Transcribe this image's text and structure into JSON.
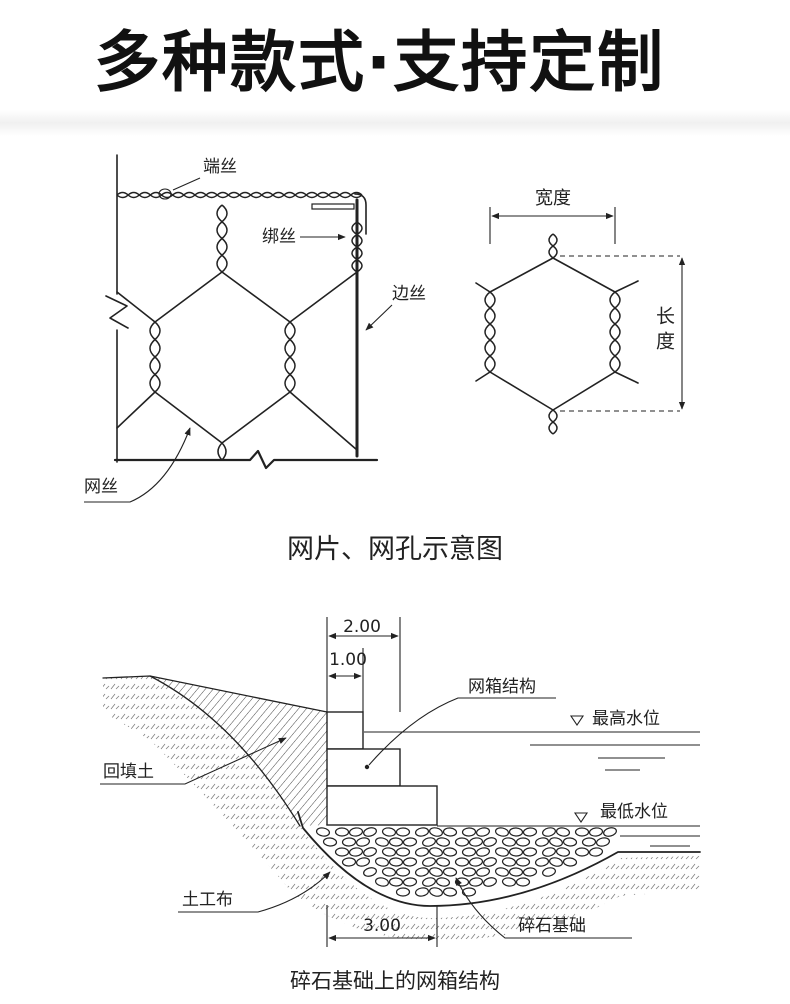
{
  "title": "多种款式·支持定制",
  "mesh_diagram": {
    "labels": {
      "end_wire": "端丝",
      "binding_wire": "绑丝",
      "edge_wire": "边丝",
      "mesh_wire": "网丝"
    },
    "opening": {
      "width": "宽度",
      "length": "长度"
    },
    "caption": "网片、网孔示意图"
  },
  "gabion_section": {
    "dimensions": {
      "top_width": "2.00",
      "step_width": "1.00",
      "base_width": "3.00"
    },
    "labels": {
      "gabion": "网箱结构",
      "high_water": "最高水位",
      "low_water": "最低水位",
      "backfill": "回填土",
      "geotextile": "土工布",
      "gravel_foundation": "碎石基础"
    },
    "caption": "碎石基础上的网箱结构"
  }
}
